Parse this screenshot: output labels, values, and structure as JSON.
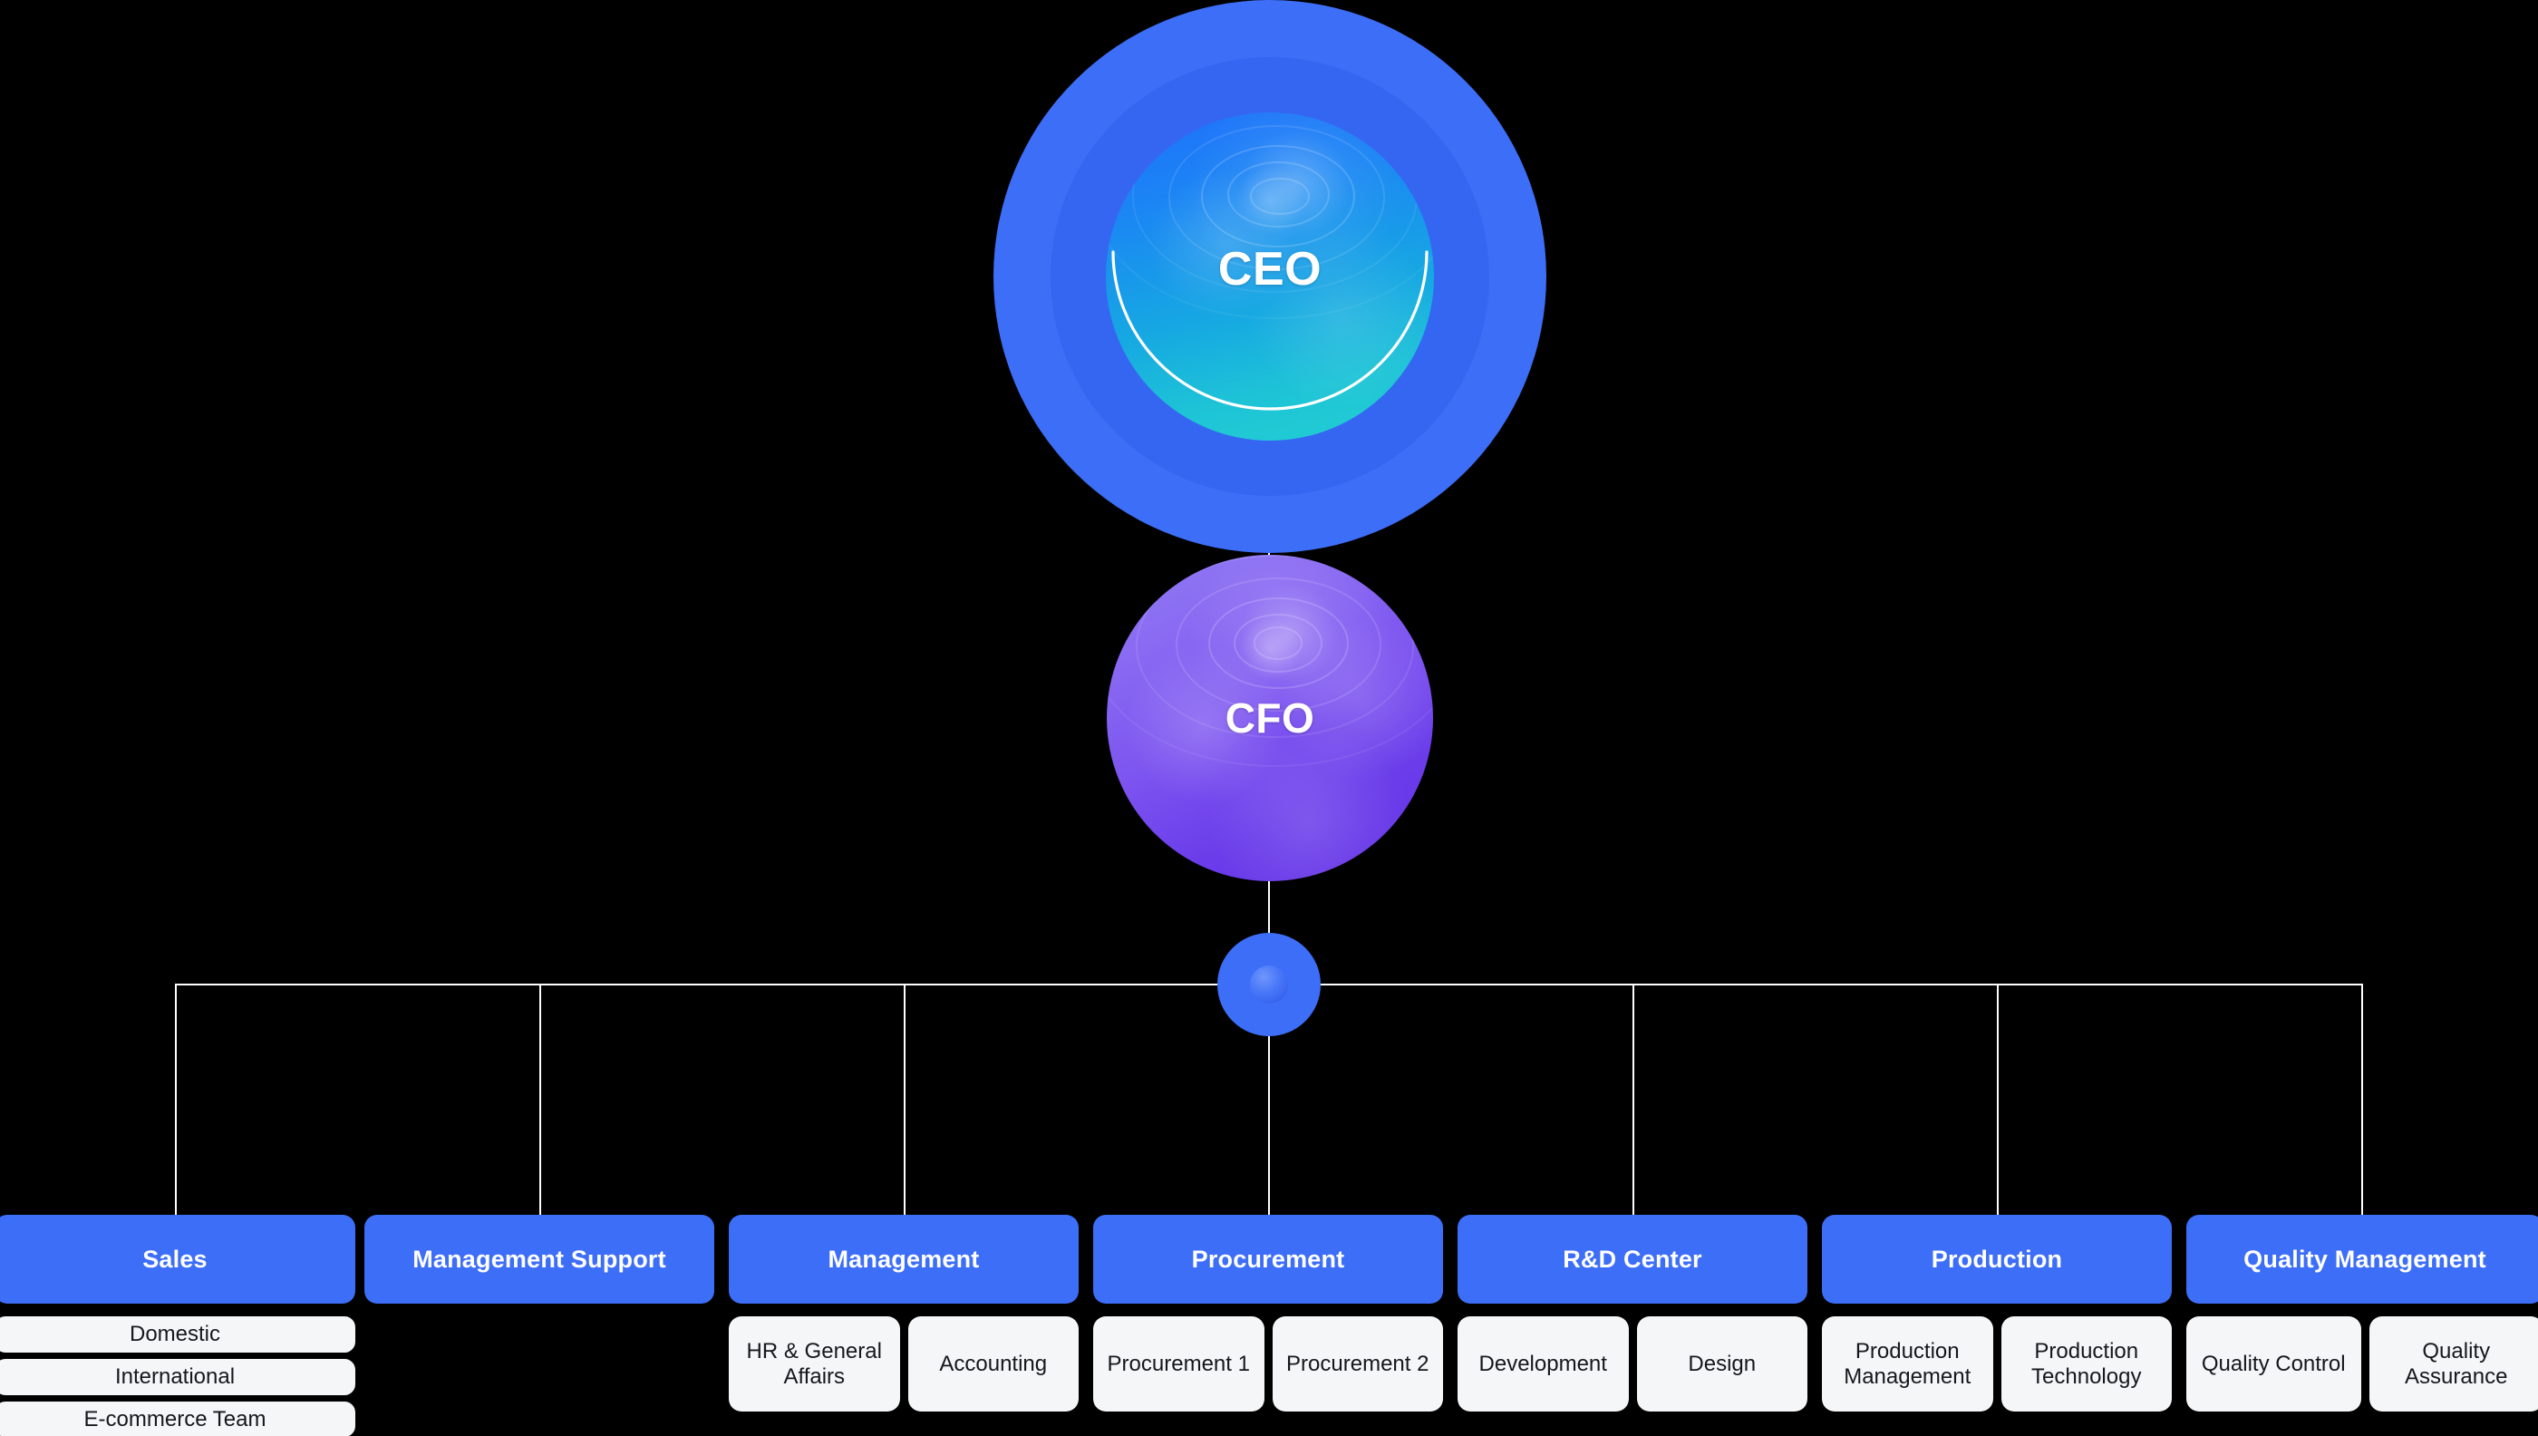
{
  "theme": {
    "background": "#000000",
    "accent_blue": "#3d6ef7",
    "line_color": "#ffffff",
    "sub_box_bg": "#f4f6f8",
    "sub_box_text": "#15181c",
    "header_text": "#ffffff",
    "ceo_sphere_from": "#1f6ffb",
    "ceo_sphere_to": "#22cfd2",
    "cfo_sphere_from": "#8f7df4",
    "cfo_sphere_to": "#6331e6"
  },
  "executives": {
    "ceo": {
      "label": "CEO",
      "icon": "water-sphere-blue"
    },
    "cfo": {
      "label": "CFO",
      "icon": "water-sphere-purple"
    },
    "hub": {
      "icon": "junction-node-icon"
    }
  },
  "departments": [
    {
      "name": "Sales",
      "layout": "stacked",
      "sub_units": [
        "Domestic",
        "International",
        "E-commerce Team"
      ]
    },
    {
      "name": "Management Support",
      "layout": "none",
      "sub_units": []
    },
    {
      "name": "Management",
      "layout": "row",
      "sub_units": [
        "HR & General Affairs",
        "Accounting"
      ]
    },
    {
      "name": "Procurement",
      "layout": "row",
      "sub_units": [
        "Procurement 1",
        "Procurement 2"
      ]
    },
    {
      "name": "R&D Center",
      "layout": "row",
      "sub_units": [
        "Development",
        "Design"
      ]
    },
    {
      "name": "Production",
      "layout": "row",
      "sub_units": [
        "Production Management",
        "Production Technology"
      ]
    },
    {
      "name": "Quality Management",
      "layout": "row",
      "sub_units": [
        "Quality Control",
        "Quality Assurance"
      ]
    }
  ]
}
